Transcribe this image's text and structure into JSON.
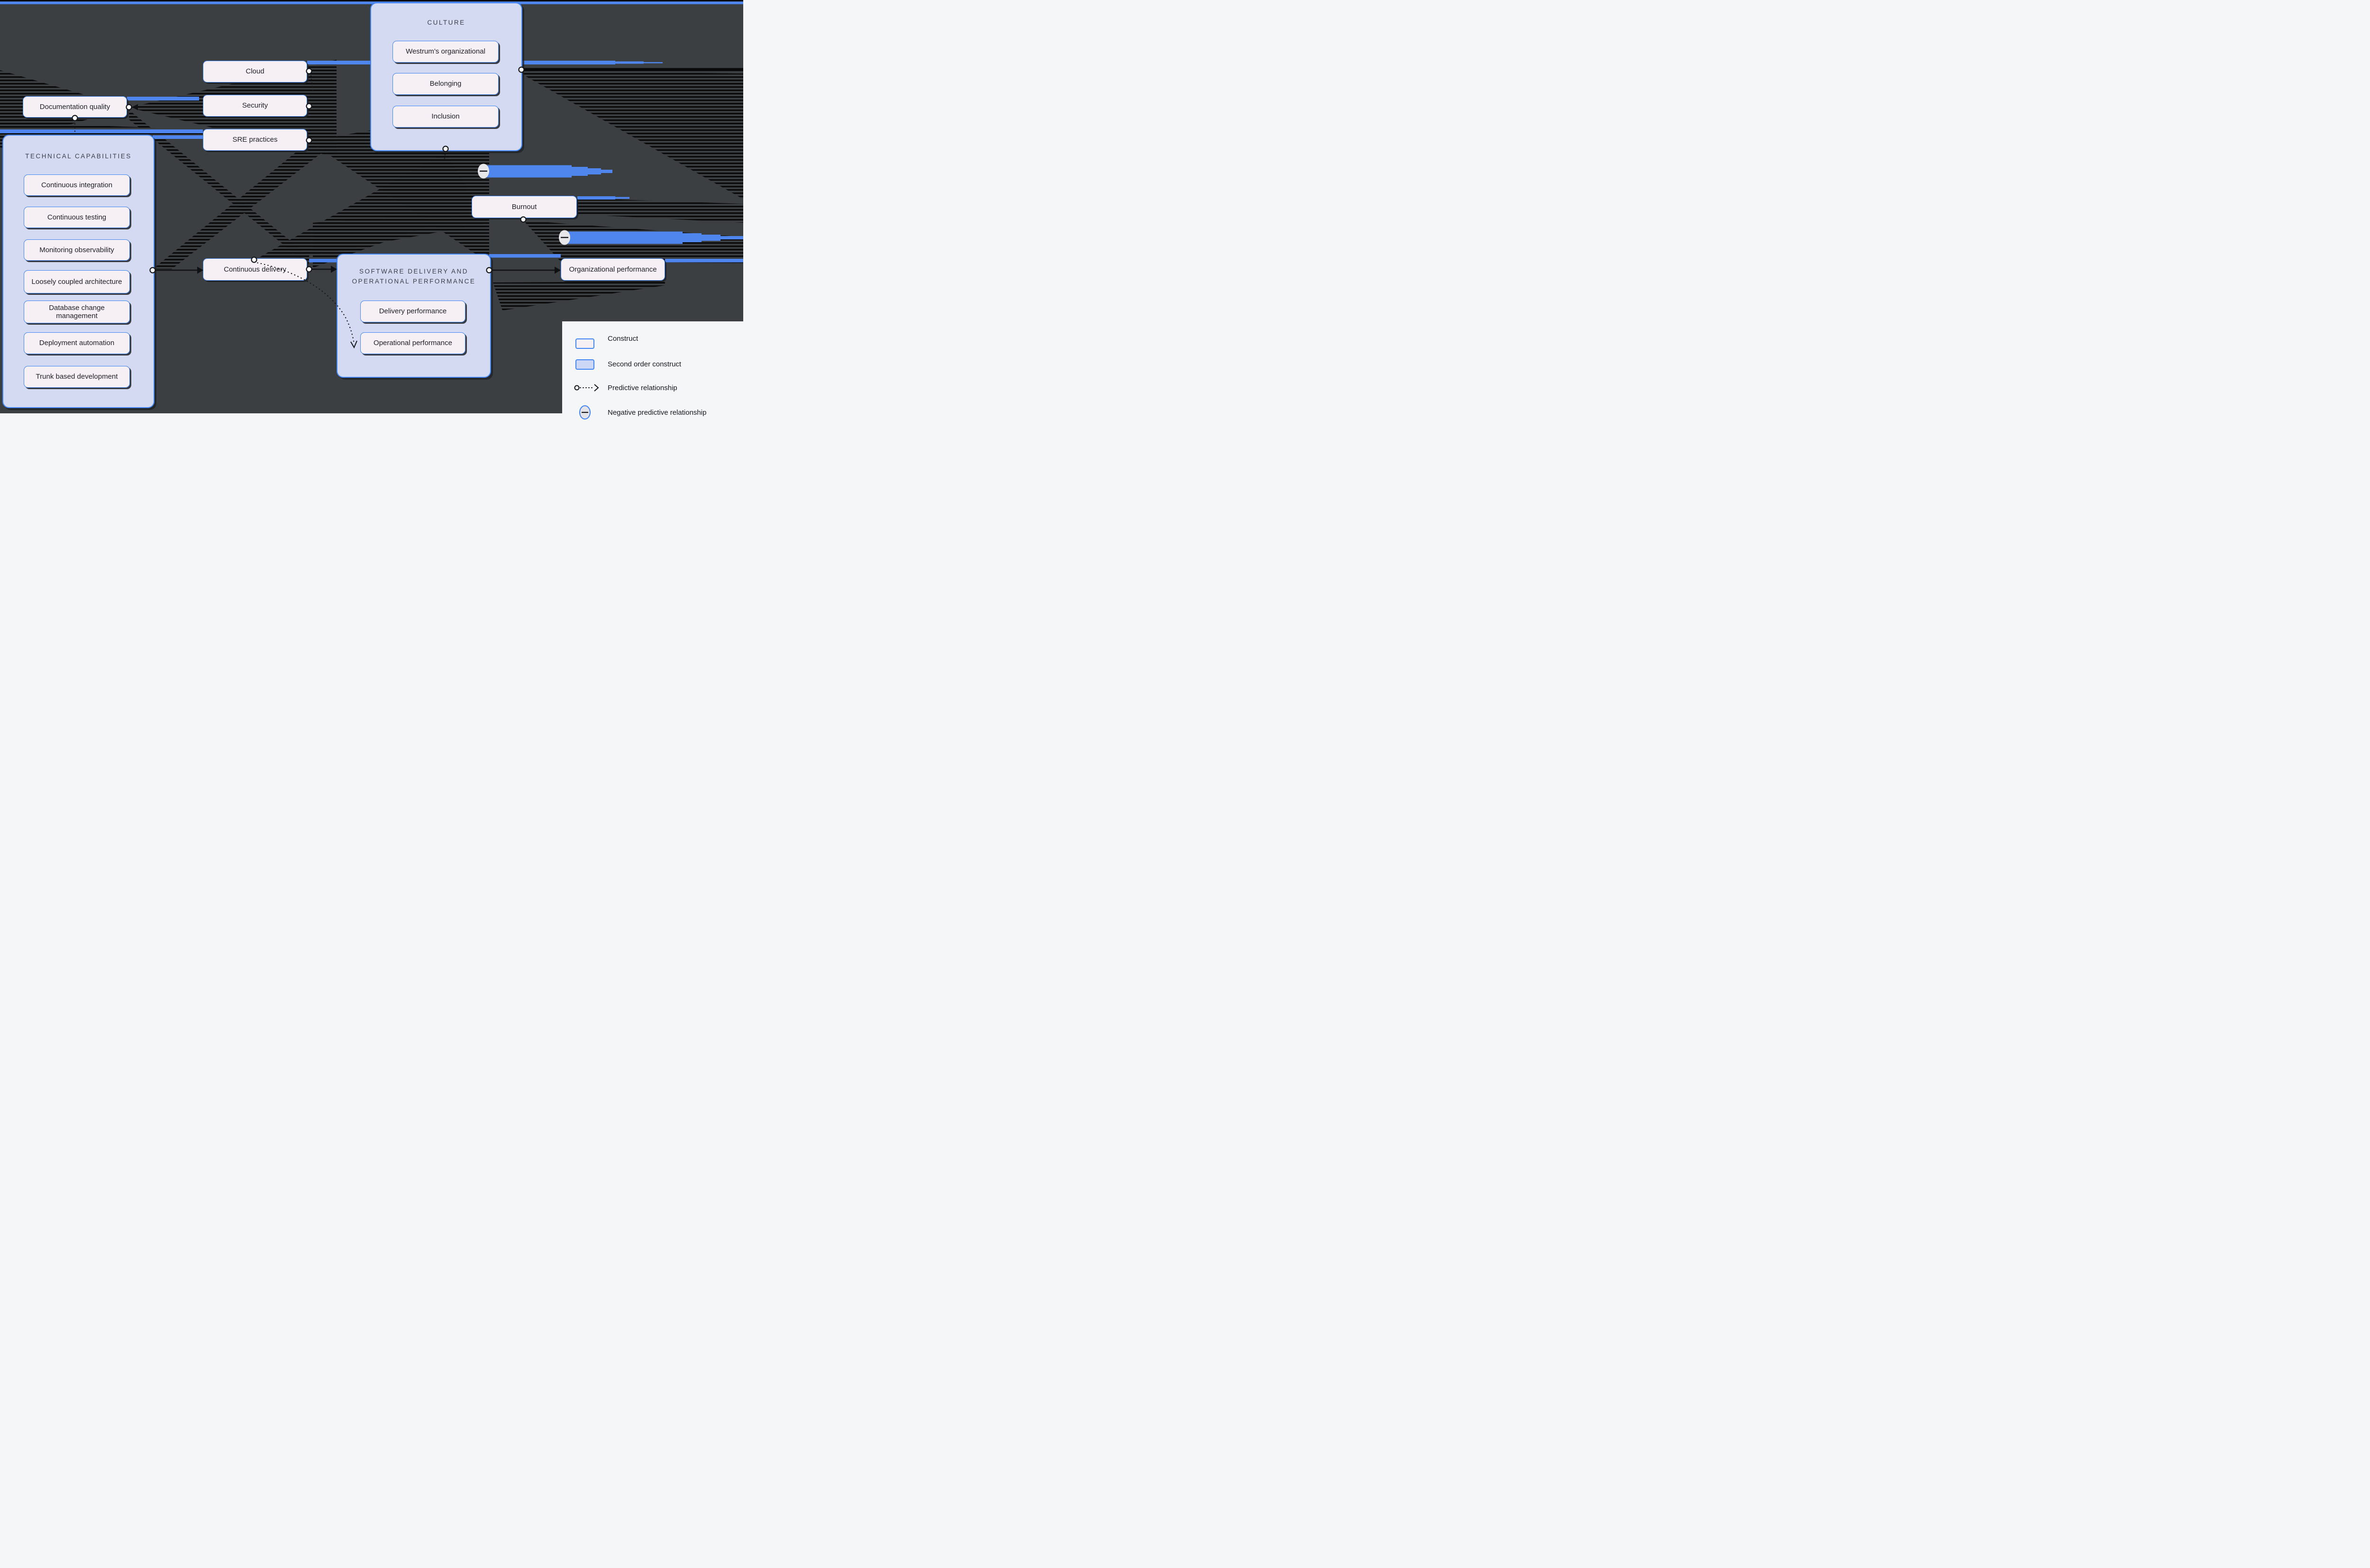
{
  "diagram": {
    "colors": {
      "dark_background": "#3b3f42",
      "light_background": "#f5f6f8",
      "bar_blue": "#4e86ee",
      "border_blue": "#4285f4",
      "node_fill": "#f6f0f5",
      "group_fill": "#d3daf2",
      "line_black": "#0a0a0a"
    },
    "groups": {
      "technical_capabilities": {
        "title": "TECHNICAL CAPABILITIES",
        "items": [
          "Continuous integration",
          "Continuous testing",
          "Monitoring observability",
          "Loosely coupled architecture",
          "Database change management",
          "Deployment automation",
          "Trunk based development"
        ]
      },
      "culture": {
        "title": "CULTURE",
        "items": [
          "Westrum’s organizational",
          "Belonging",
          "Inclusion"
        ]
      },
      "software_delivery": {
        "title": "SOFTWARE DELIVERY AND OPERATIONAL PERFORMANCE",
        "items": [
          "Delivery performance",
          "Operational performance"
        ]
      }
    },
    "nodes": {
      "documentation_quality": "Documentation quality",
      "cloud": "Cloud",
      "security": "Security",
      "sre_practices": "SRE practices",
      "continuous_delivery": "Continuous delivery",
      "burnout": "Burnout",
      "organizational_performance": "Organizational performance"
    },
    "legend": {
      "construct": "Construct",
      "second_order": "Second order construct",
      "predictive": "Predictive relationship",
      "negative": "Negative predictive relationship"
    }
  }
}
